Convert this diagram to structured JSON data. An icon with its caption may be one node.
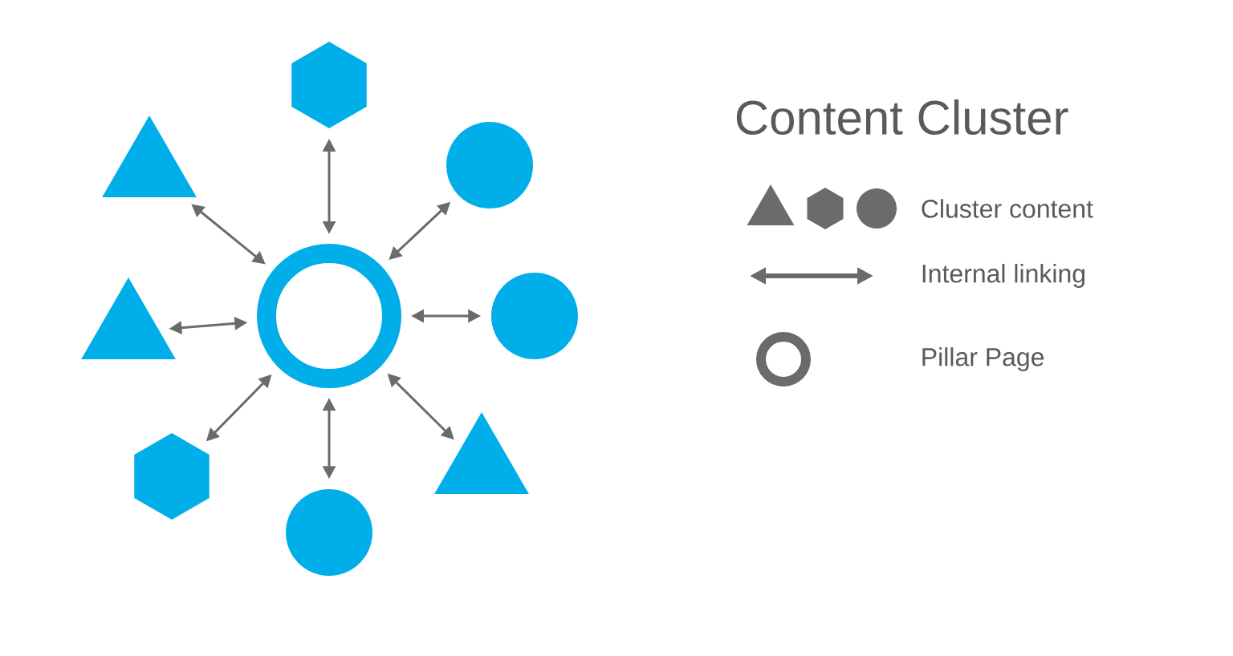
{
  "diagram": {
    "title": "Content Cluster",
    "nodes": [
      {
        "text": [],
        "shape": "ring"
      },
      {
        "text": [],
        "shape": "hexagon"
      },
      {
        "text": [],
        "shape": "triangle"
      },
      {
        "text": [],
        "shape": "circle"
      },
      {
        "text": [],
        "shape": "triangle"
      },
      {
        "text": [],
        "shape": "circle"
      },
      {
        "text": [],
        "shape": "hexagon"
      },
      {
        "text": [],
        "shape": "triangle"
      },
      {
        "text": [],
        "shape": "circle"
      }
    ],
    "edges": [
      {
        "from": 0,
        "to": 1,
        "arrow": "both"
      },
      {
        "from": 0,
        "to": 2,
        "arrow": "both"
      },
      {
        "from": 0,
        "to": 3,
        "arrow": "both"
      },
      {
        "from": 0,
        "to": 4,
        "arrow": "both"
      },
      {
        "from": 0,
        "to": 5,
        "arrow": "both"
      },
      {
        "from": 0,
        "to": 6,
        "arrow": "both"
      },
      {
        "from": 0,
        "to": 7,
        "arrow": "both"
      },
      {
        "from": 0,
        "to": 8,
        "arrow": "both"
      }
    ],
    "legend": [
      {
        "text": "Cluster content"
      },
      {
        "text": "Internal linking"
      },
      {
        "text": "Pillar Page"
      }
    ]
  }
}
